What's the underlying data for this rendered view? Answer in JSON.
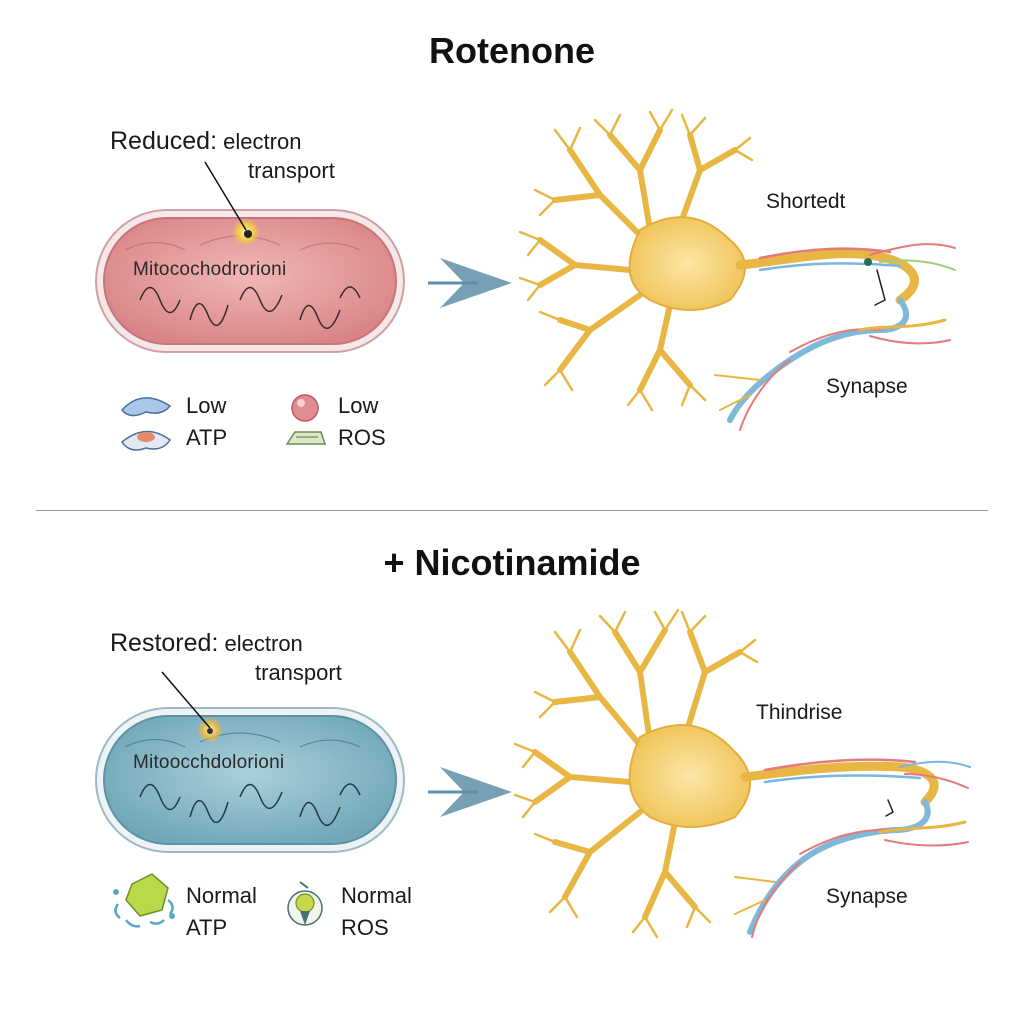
{
  "top": {
    "title": "Rotenone",
    "callout_word": "Reduced:",
    "callout_line1": "electron",
    "callout_line2": "transport",
    "mito_label": "Mitocochodrorioni",
    "legend": [
      {
        "line1": "Low",
        "line2": "ATP"
      },
      {
        "line1": "Low",
        "line2": "ROS"
      }
    ],
    "neuron_label_1": "Shortedt",
    "neuron_label_2": "Synapse",
    "colors": {
      "mito_fill": "#e59fa0",
      "mito_border": "#c9747a"
    }
  },
  "bottom": {
    "title": "+ Nicotinamide",
    "callout_word": "Restored:",
    "callout_line1": "electron",
    "callout_line2": "transport",
    "mito_label": "Mitoocchdolorioni",
    "legend": [
      {
        "line1": "Normal",
        "line2": "ATP"
      },
      {
        "line1": "Normal",
        "line2": "ROS"
      }
    ],
    "neuron_label_1": "Thindrise",
    "neuron_label_2": "Synapse",
    "colors": {
      "mito_fill": "#88b9c6",
      "mito_border": "#5d92a4"
    }
  },
  "icons": [
    "arrow-right-icon",
    "atp-icon",
    "ros-icon",
    "neuron-icon",
    "mitochondrion-icon"
  ],
  "colors": {
    "neuron": "#f1c35a",
    "arrow": "#5f8fa8"
  }
}
